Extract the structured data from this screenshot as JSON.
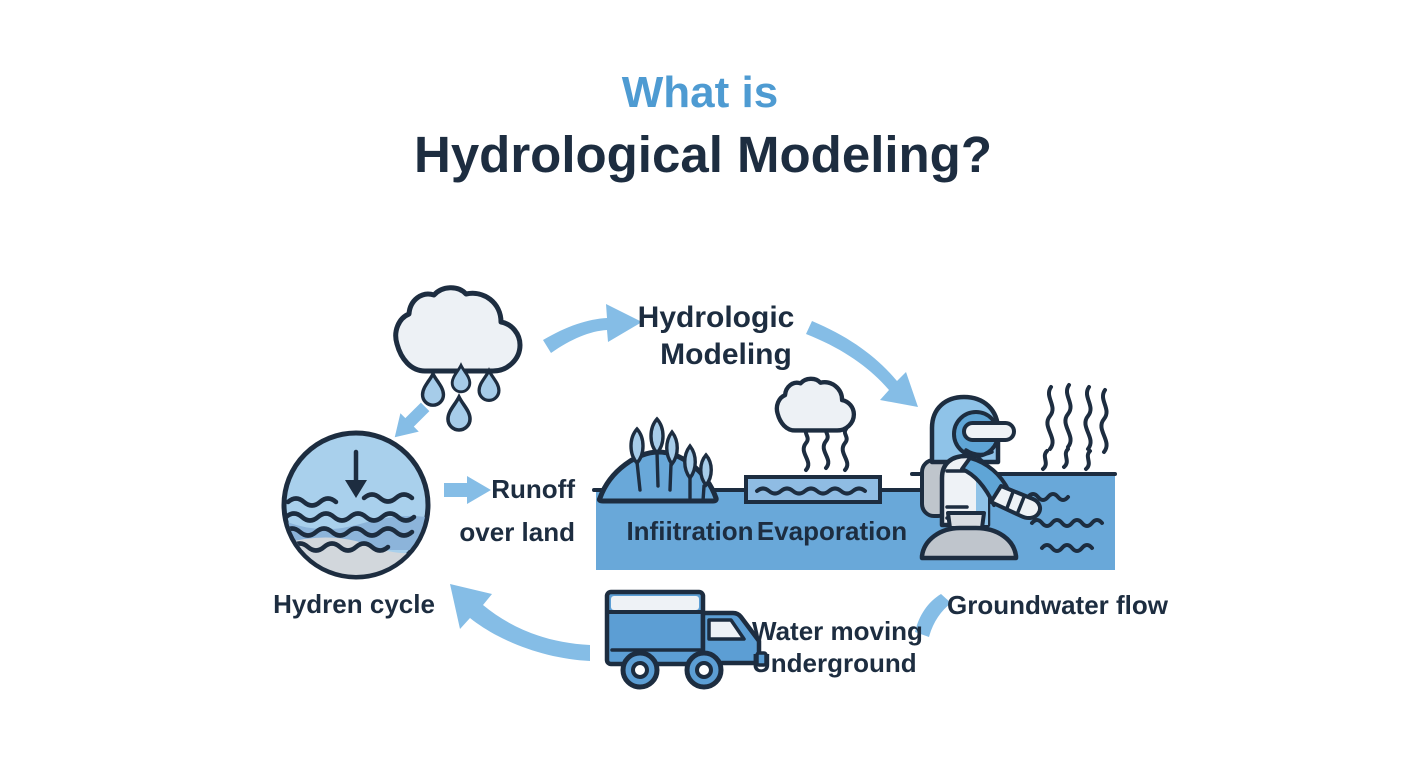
{
  "title": {
    "line1": "What is",
    "line2": "Hydrological Modeling?"
  },
  "labels": {
    "model_line1": "Hydrologic",
    "model_line2": "Modeling",
    "runoff_line1": "Runoff",
    "runoff_line2": "over land",
    "infiltration": "Infiitration",
    "evaporation": "Evaporation",
    "cycle": "Hydren cycle",
    "underground_line1": "Water moving",
    "underground_line2": "Underground",
    "groundwater": "Groundwater flow"
  },
  "icons": [
    "rain-cloud",
    "raindrops",
    "hydro-cycle-globe",
    "infiltration-hill-trees",
    "evaporation-tray",
    "evaporation-cloud",
    "robot",
    "water-waves",
    "steam",
    "truck",
    "curved-cycle-arrows"
  ],
  "colors": {
    "accent_blue": "#4e9bd2",
    "navy": "#1d2d40",
    "arrow_blue": "#85bde6",
    "band_blue": "#69a8d9",
    "icon_blue": "#a6cce9",
    "tray_blue": "#8fbce3",
    "cloud_fill": "#edf1f5",
    "gray": "#bfc5cc",
    "light_gray": "#d8dce1",
    "truck_blue": "#5c9ed4",
    "robot_blue": "#8fc3e8",
    "robot_mid_blue": "#5fa5d6",
    "white_ish": "#eef2f6",
    "circle_top": "#a9d0ec",
    "circle_mid": "#8cb4da",
    "circle_gray": "#d2d7dc"
  }
}
